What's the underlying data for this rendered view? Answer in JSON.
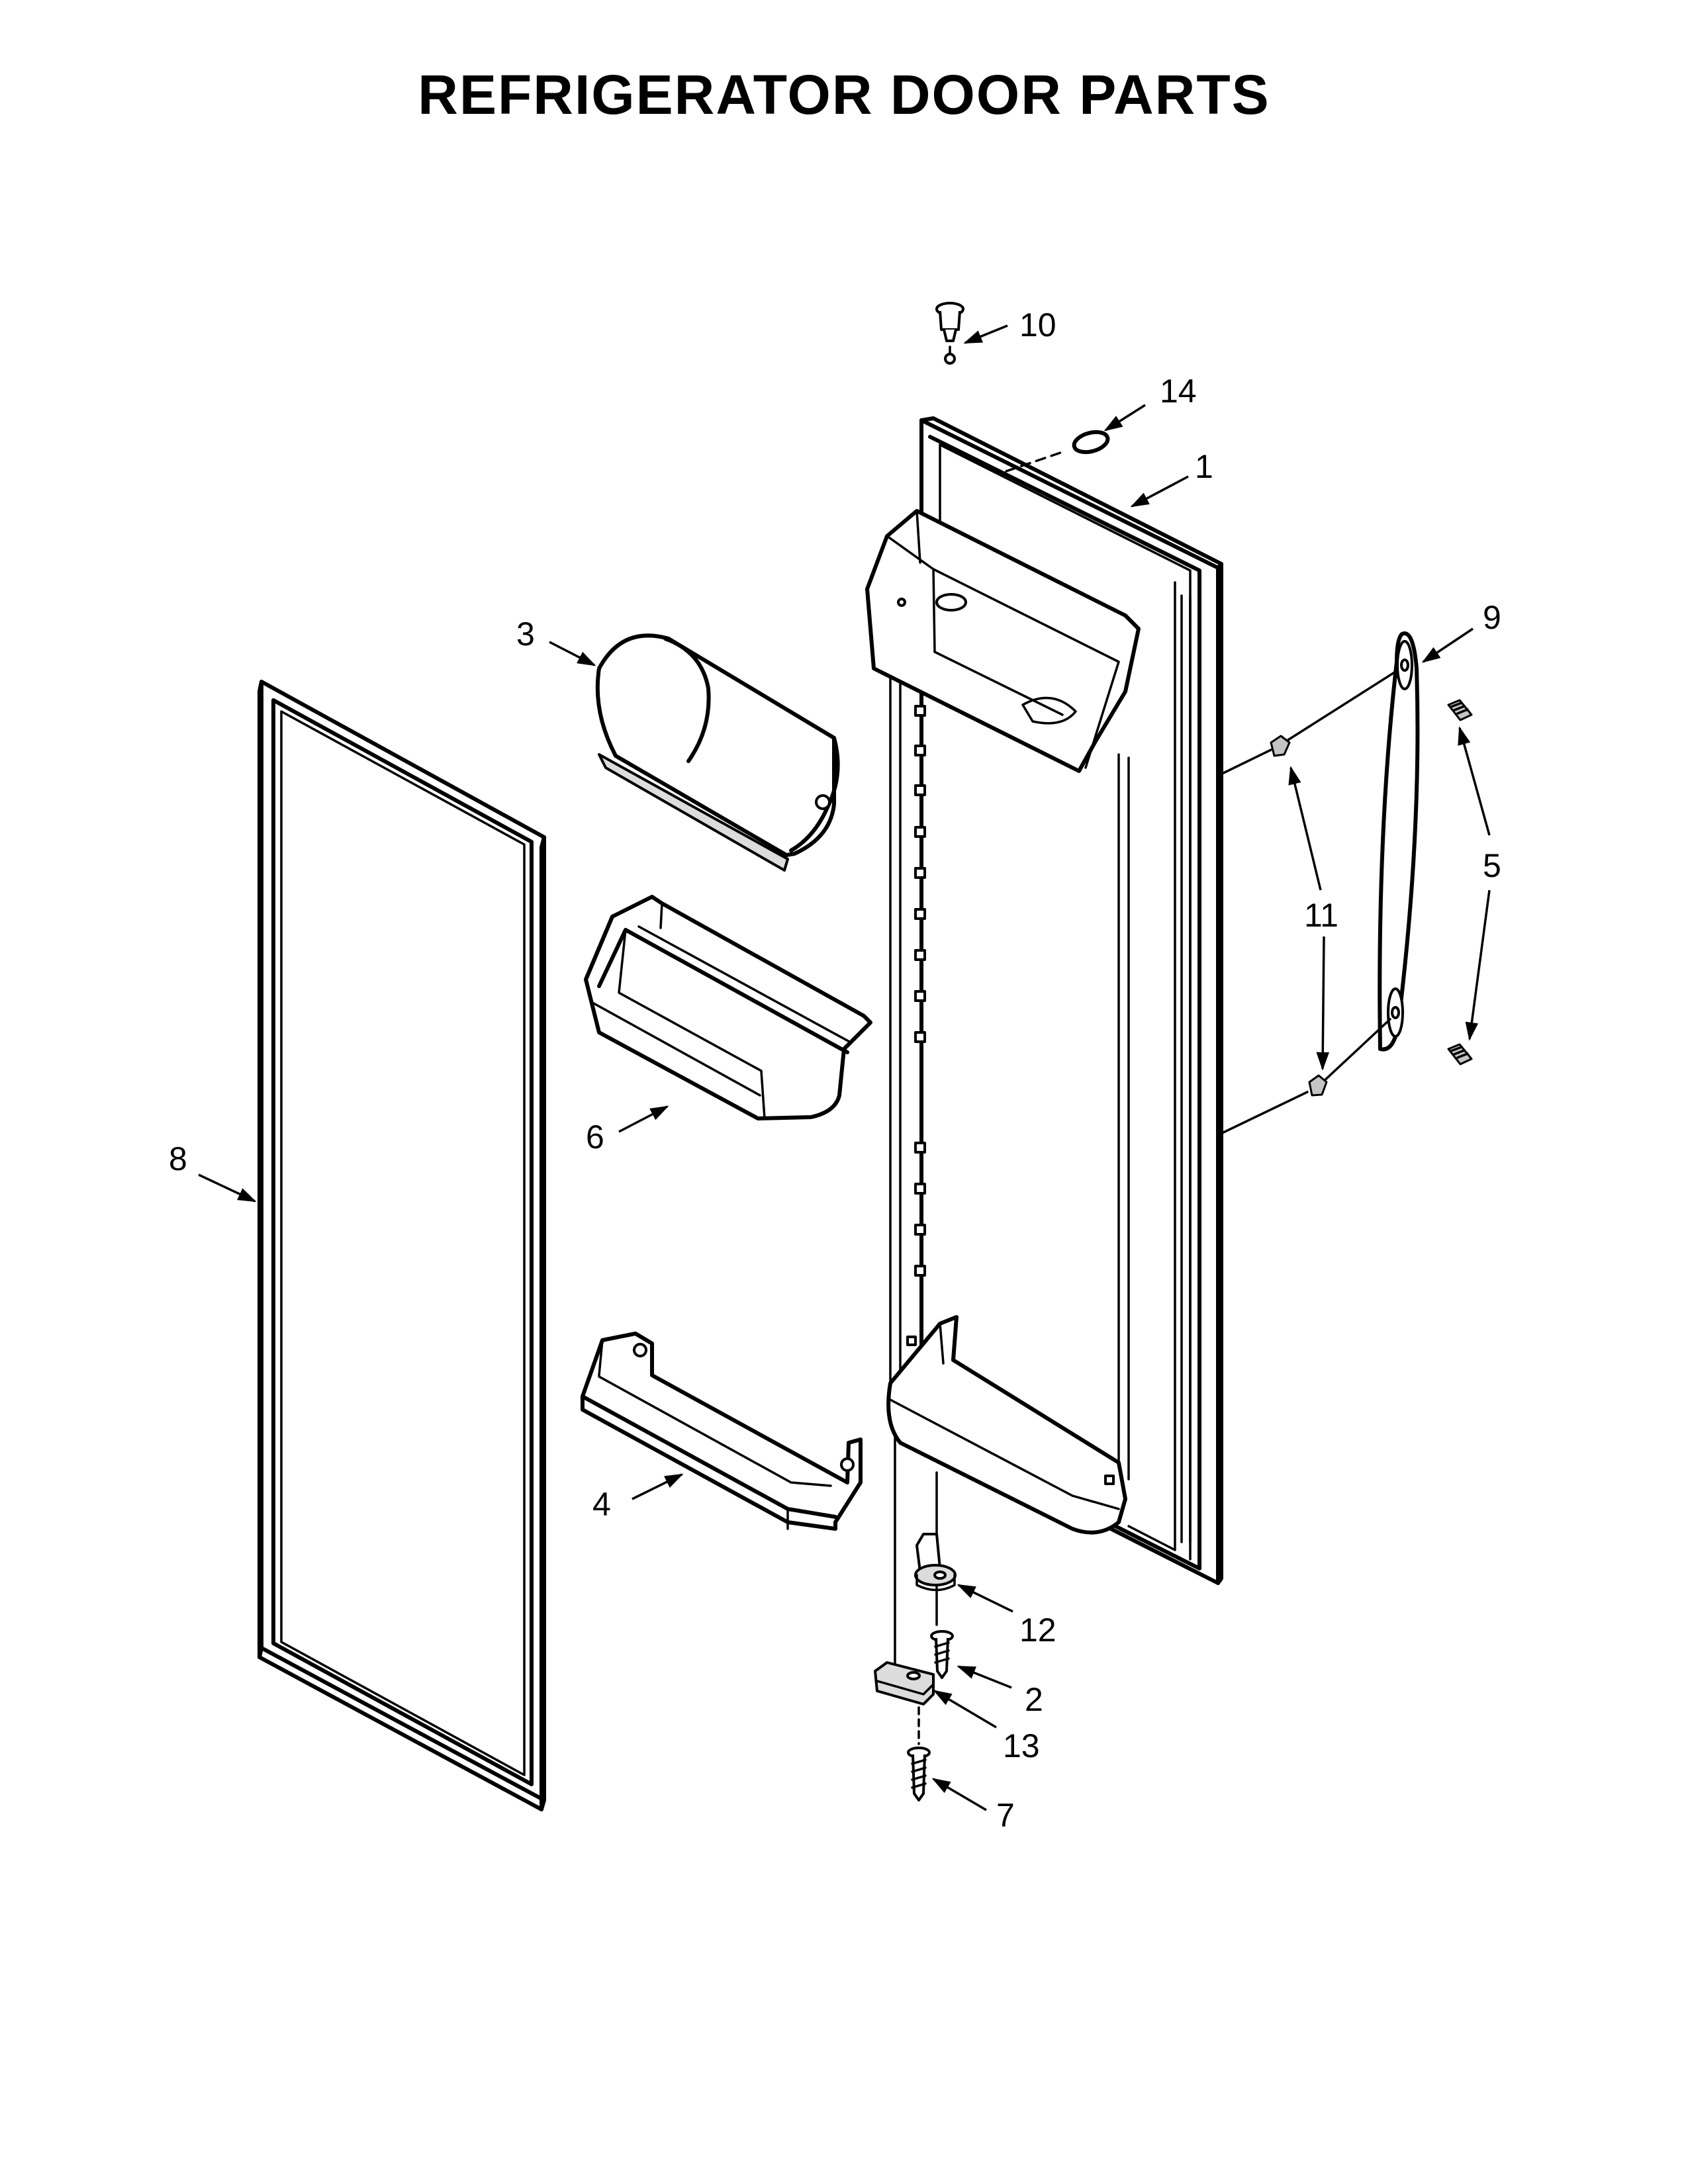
{
  "title": "REFRIGERATOR DOOR PARTS",
  "callouts": [
    {
      "id": "1",
      "label": "1"
    },
    {
      "id": "2",
      "label": "2"
    },
    {
      "id": "3",
      "label": "3"
    },
    {
      "id": "4",
      "label": "4"
    },
    {
      "id": "5",
      "label": "5"
    },
    {
      "id": "6",
      "label": "6"
    },
    {
      "id": "7",
      "label": "7"
    },
    {
      "id": "8",
      "label": "8"
    },
    {
      "id": "9",
      "label": "9"
    },
    {
      "id": "10",
      "label": "10"
    },
    {
      "id": "11",
      "label": "11"
    },
    {
      "id": "12",
      "label": "12"
    },
    {
      "id": "13",
      "label": "13"
    },
    {
      "id": "14",
      "label": "14"
    }
  ]
}
